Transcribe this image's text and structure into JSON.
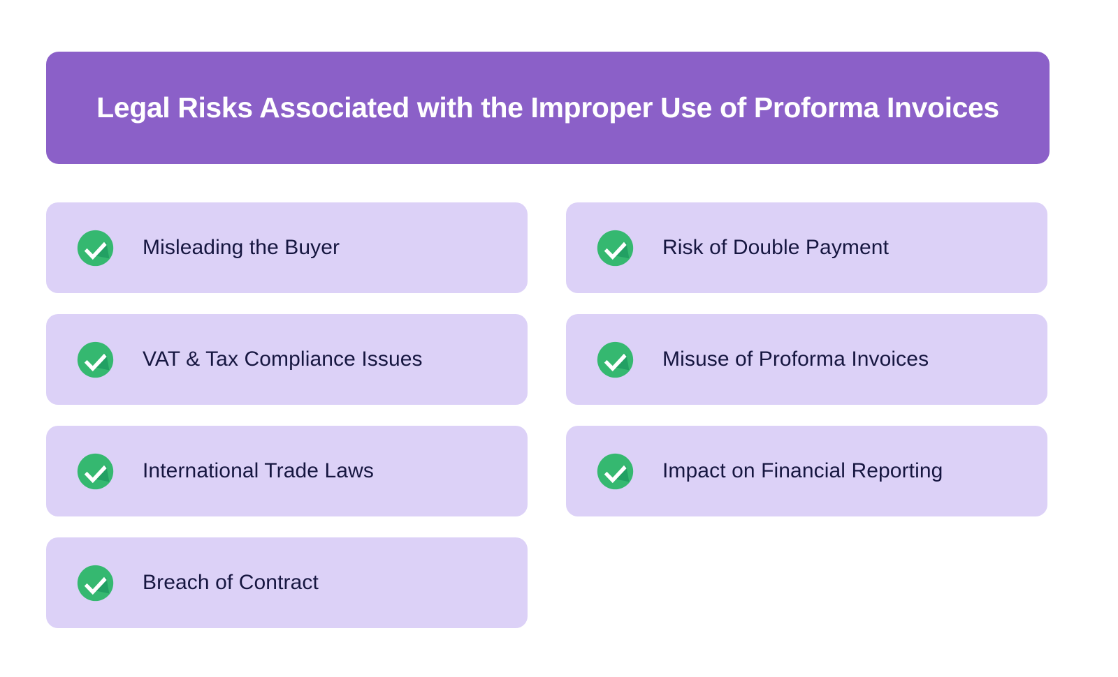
{
  "header": {
    "title": "Legal Risks Associated with the Improper Use of Proforma Invoices",
    "background_color": "#8B60C8",
    "text_color": "#FFFFFF"
  },
  "theme": {
    "page_background": "#FFFFFF",
    "card_background": "#DCD1F7",
    "card_text_color": "#161640",
    "icon_circle_color": "#35B870",
    "icon_shadow_color": "#1E9B60",
    "icon_check_color": "#FFFFFF"
  },
  "items": [
    {
      "label": "Misleading the Buyer",
      "icon": "check-circle-icon",
      "column": "left",
      "row": 1
    },
    {
      "label": "Risk of Double Payment",
      "icon": "check-circle-icon",
      "column": "right",
      "row": 1
    },
    {
      "label": "VAT & Tax Compliance Issues",
      "icon": "check-circle-icon",
      "column": "left",
      "row": 2
    },
    {
      "label": "Misuse of Proforma Invoices",
      "icon": "check-circle-icon",
      "column": "right",
      "row": 2
    },
    {
      "label": "International Trade Laws",
      "icon": "check-circle-icon",
      "column": "left",
      "row": 3
    },
    {
      "label": "Impact on Financial Reporting",
      "icon": "check-circle-icon",
      "column": "right",
      "row": 3
    },
    {
      "label": "Breach of Contract",
      "icon": "check-circle-icon",
      "column": "left",
      "row": 4
    }
  ]
}
